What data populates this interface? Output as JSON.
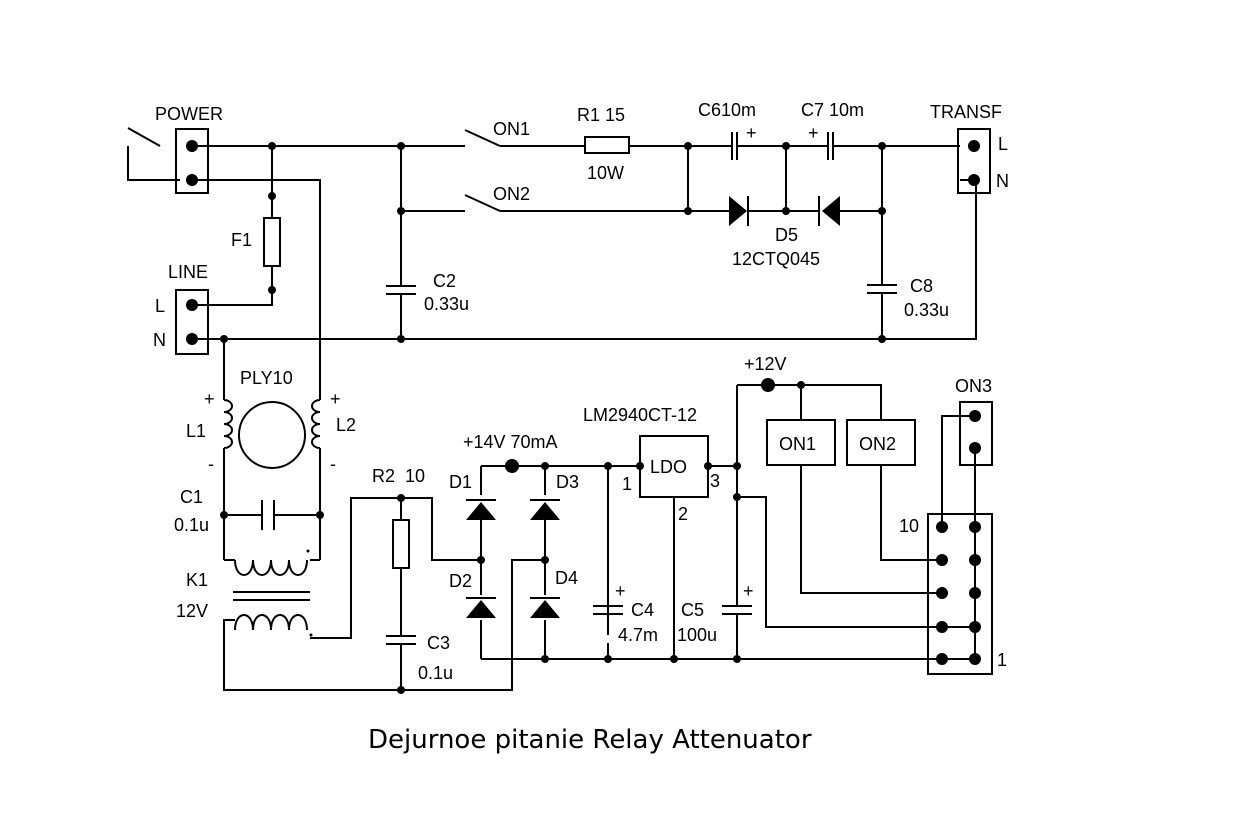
{
  "title": "Dejurnoe pitanie Relay Attenuator",
  "labels": {
    "power": "POWER",
    "line": "LINE",
    "line_l": "L",
    "line_n": "N",
    "transf": "TRANSF",
    "transf_l": "L",
    "transf_n": "N",
    "f1": "F1",
    "on1_sw": "ON1",
    "on2_sw": "ON2",
    "r1": "R1 15",
    "r1_power": "10W",
    "c6": "C610m",
    "c7": "C7 10m",
    "d5": "D5",
    "d5_part": "12CTQ045",
    "c2": "C2",
    "c2_val": "0.33u",
    "c8": "C8",
    "c8_val": "0.33u",
    "ply10": "PLY10",
    "l1": "L1",
    "l2": "L2",
    "c1": "C1",
    "c1_val": "0.1u",
    "k1": "K1",
    "k1_val": "12V",
    "r2": "R2",
    "r2_val": "10",
    "c3": "C3",
    "c3_val": "0.1u",
    "v14": "+14V 70mA",
    "d1": "D1",
    "d2": "D2",
    "d3": "D3",
    "d4": "D4",
    "c4": "C4",
    "c4_val": "4.7m",
    "lm": "LM2940CT-12",
    "ldo": "LDO",
    "pin1": "1",
    "pin2": "2",
    "pin3": "3",
    "c5": "C5",
    "c5_val": "100u",
    "v12": "+12V",
    "on1_relay": "ON1",
    "on2_relay": "ON2",
    "on3": "ON3",
    "conn_10": "10",
    "conn_1": "1",
    "plus": "+",
    "minus": "-"
  }
}
